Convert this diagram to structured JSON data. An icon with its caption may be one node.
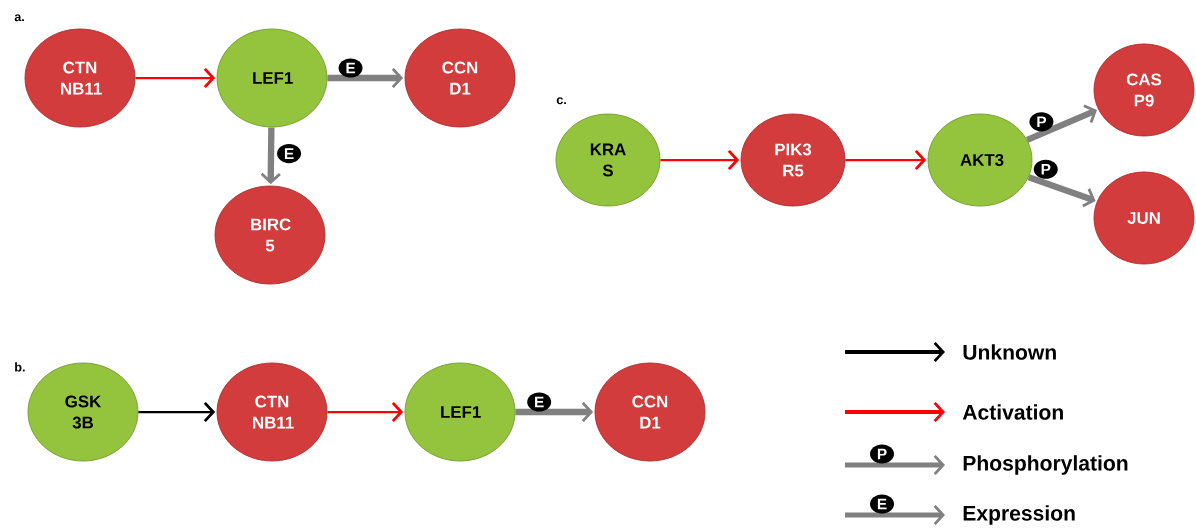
{
  "diagram": {
    "nodes": [
      {
        "text": [
          "CTN NB11"
        ]
      },
      {
        "text": [
          "LEF1"
        ]
      },
      {
        "text": [
          "CCN D1"
        ]
      },
      {
        "text": [
          "BIRC 5"
        ]
      },
      {
        "text": [
          "KRA S"
        ]
      },
      {
        "text": [
          "PIK3 R5"
        ]
      },
      {
        "text": [
          "AKT3"
        ]
      },
      {
        "text": [
          "CAS P9"
        ]
      },
      {
        "text": [
          "JUN"
        ]
      },
      {
        "text": [
          "GSK 3B"
        ]
      },
      {
        "text": [
          "CTN NB11"
        ]
      },
      {
        "text": [
          "LEF1"
        ]
      },
      {
        "text": [
          "CCN D1"
        ]
      }
    ],
    "edges": [
      {
        "from": 0,
        "to": 1,
        "arrow": "to",
        "color": "#ff0000"
      },
      {
        "from": 1,
        "to": 2,
        "arrow": "to",
        "label": "E",
        "style": "thick"
      },
      {
        "from": 1,
        "to": 3,
        "arrow": "to",
        "label": "E",
        "style": "thick"
      },
      {
        "from": 4,
        "to": 5,
        "arrow": "to",
        "color": "#ff0000"
      },
      {
        "from": 5,
        "to": 6,
        "arrow": "to",
        "color": "#ff0000"
      },
      {
        "from": 6,
        "to": 7,
        "arrow": "to",
        "label": "P",
        "style": "thick"
      },
      {
        "from": 6,
        "to": 8,
        "arrow": "to",
        "label": "P",
        "style": "thick"
      },
      {
        "from": 9,
        "to": 10,
        "arrow": "to",
        "color": "#000000"
      },
      {
        "from": 10,
        "to": 11,
        "arrow": "to",
        "color": "#ff0000"
      },
      {
        "from": 11,
        "to": 12,
        "arrow": "to",
        "label": "E",
        "style": "thick"
      }
    ],
    "labels": [
      "a.",
      "c.",
      "b.",
      "P",
      "E"
    ],
    "legend": [
      {
        "text": "Unknown"
      },
      {
        "text": "Activation"
      },
      {
        "text": "Phosphorylation"
      },
      {
        "text": "Expression"
      }
    ]
  }
}
